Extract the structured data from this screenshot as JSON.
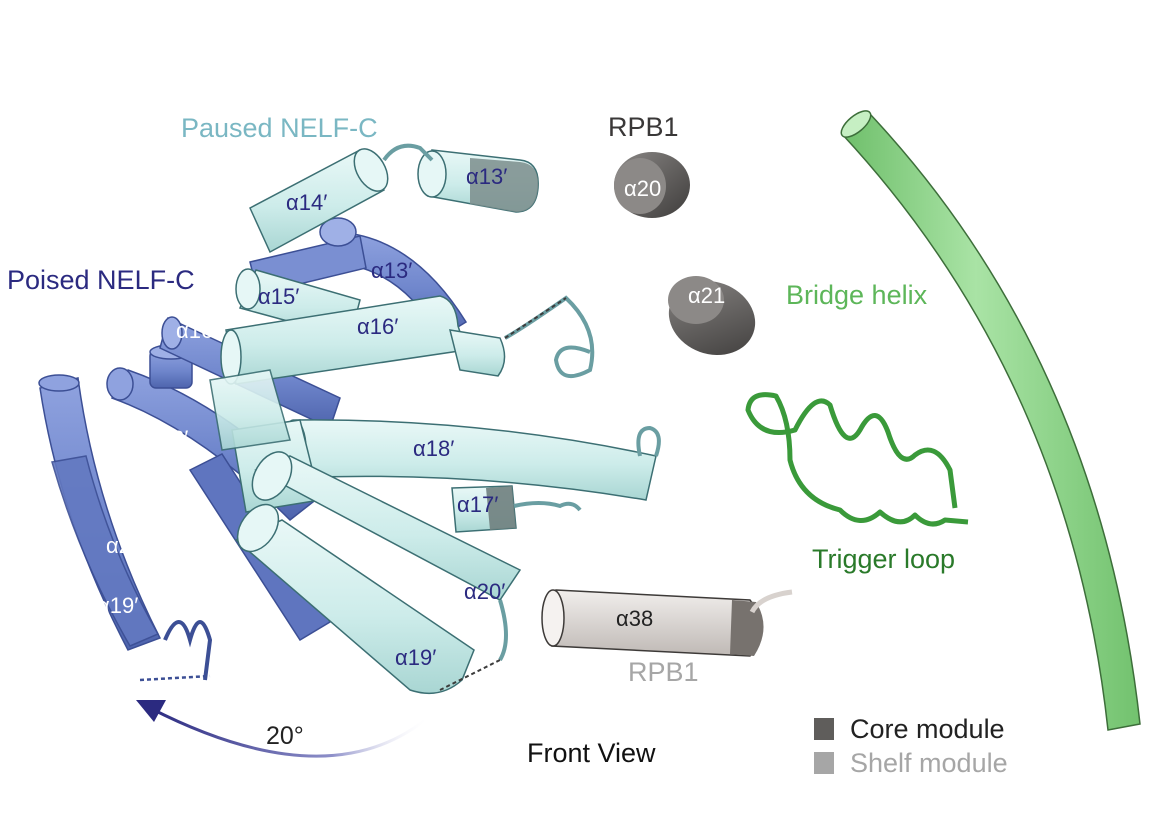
{
  "labels": {
    "paused": "Paused NELF-C",
    "poised": "Poised NELF-C",
    "rpb1_top": "RPB1",
    "rpb1_bottom": "RPB1",
    "bridge_helix": "Bridge helix",
    "trigger_loop": "Trigger loop",
    "rotation": "20°",
    "view": "Front View"
  },
  "helices": {
    "a13_paused": "α13′",
    "a14_paused": "α14′",
    "a13_poised": "α13′",
    "a15_poised": "α15′",
    "a16_poised": "α16′",
    "a16_paused": "α16′",
    "a18_poised": "α18′",
    "a18_paused": "α18′",
    "a17_paused": "α17′",
    "a20_poised": "α20′",
    "a19_poised": "α19′",
    "a20_paused": "α20′",
    "a19_paused": "α19′",
    "a20_rpb1": "α20",
    "a21_rpb1": "α21",
    "a38_rpb1": "α38"
  },
  "legend": {
    "core": "Core module",
    "shelf": "Shelf module"
  },
  "colors": {
    "paused": "#cfeeed",
    "paused_label": "#7ab7c3",
    "poised": "#6f86cc",
    "poised_label": "#2b2a80",
    "core": "#5f5d5b",
    "shelf": "#a6a6a6",
    "bridge": "#8fd48b",
    "trigger": "#3a9a3a",
    "trigger_label": "#2a7a2a"
  }
}
